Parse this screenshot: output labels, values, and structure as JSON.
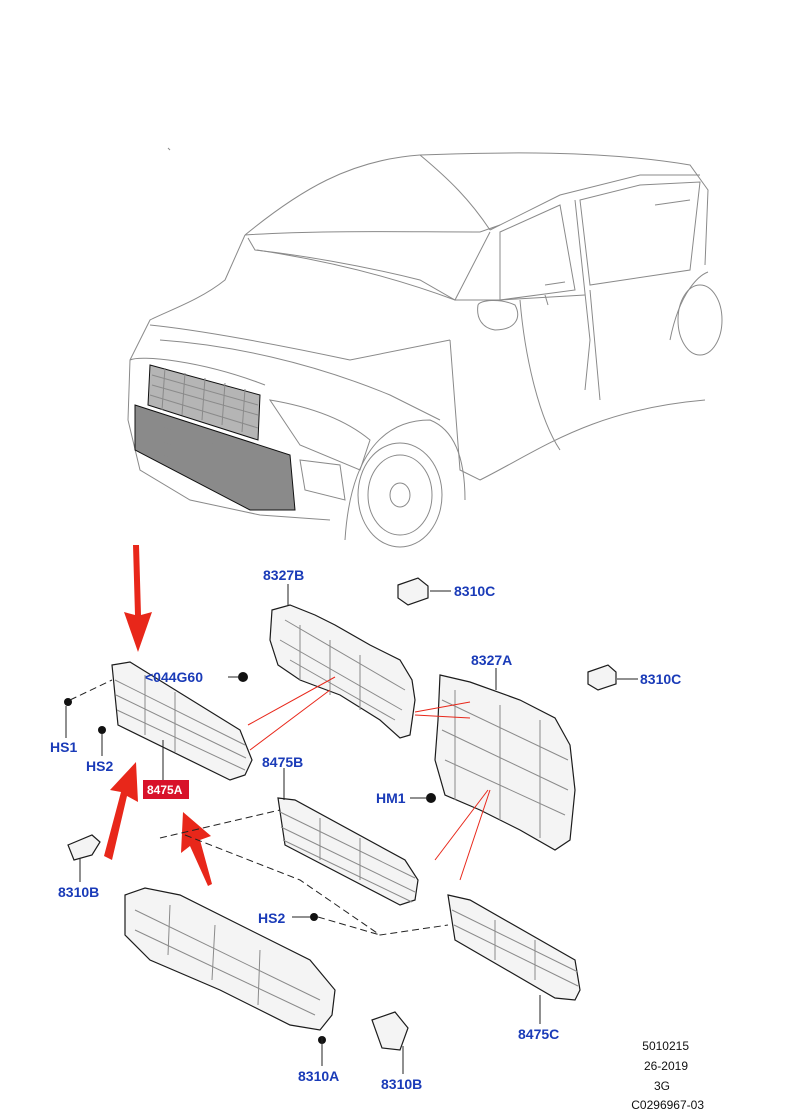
{
  "callouts": {
    "c8327B": "8327B",
    "c8310C_top": "8310C",
    "c044G60": "<044G60",
    "c8327A": "8327A",
    "c8310C_right": "8310C",
    "cHS1": "HS1",
    "cHS2_left": "HS2",
    "c8475A": "8475A",
    "c8475B": "8475B",
    "cHM1": "HM1",
    "c8310B_left": "8310B",
    "cHS2_mid": "HS2",
    "c8475C": "8475C",
    "c8310A": "8310A",
    "c8310B_bottom": "8310B"
  },
  "reference": {
    "line1": "5010215",
    "line2": "26-2019",
    "line3": "3G",
    "line4": "C0296967-03"
  },
  "colors": {
    "callout_text": "#1a3bb8",
    "highlight_box": "#d8122a",
    "arrows": "#e8271a"
  }
}
